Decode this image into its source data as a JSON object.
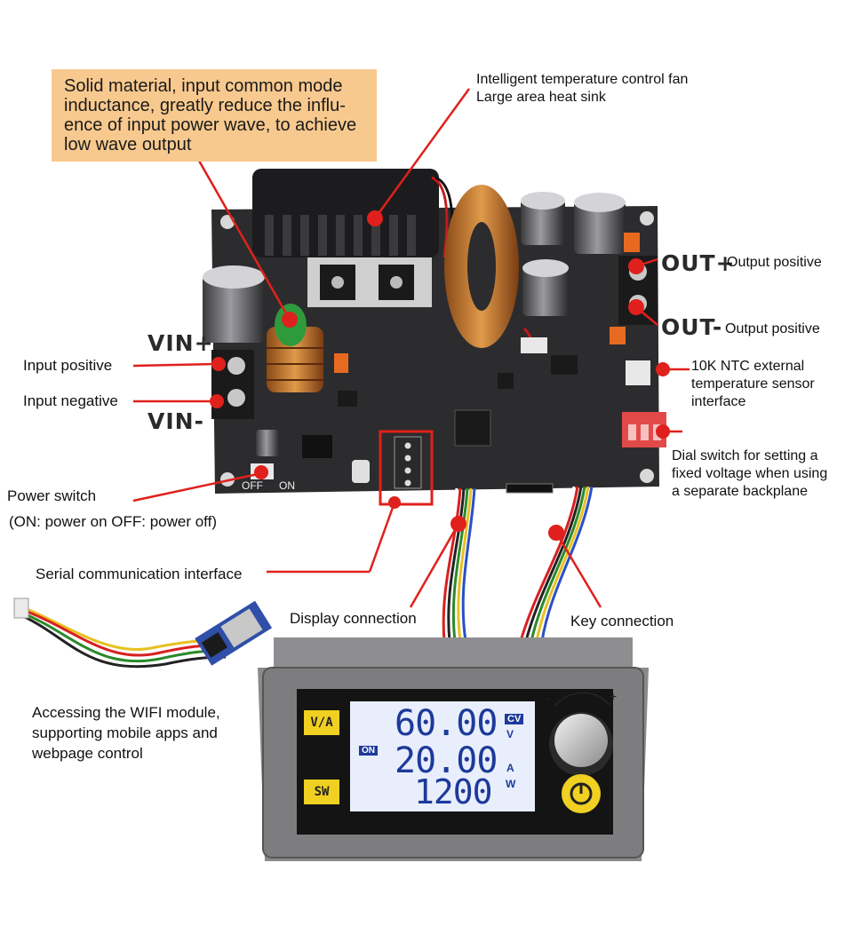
{
  "callout": {
    "lines": [
      "Solid material, input common mode",
      "inductance, greatly reduce the influ-",
      "ence of input power wave, to achieve",
      "low wave output"
    ]
  },
  "fan": {
    "line1": "Intelligent temperature control fan",
    "line2": "Large area heat sink"
  },
  "vin_plus": "VIN+",
  "vin_minus": "VIN-",
  "input_positive": "Input positive",
  "input_negative": "Input negative",
  "out_plus": "OUT+",
  "out_minus": "OUT-",
  "output_positive_1": "Output positive",
  "output_positive_2": "Output positive",
  "ntc": {
    "line1": "10K NTC external",
    "line2": "temperature sensor",
    "line3": "interface"
  },
  "dial": {
    "line1": "Dial switch for setting a",
    "line2": "fixed voltage when using",
    "line3": "a separate backplane"
  },
  "power_switch": {
    "title": "Power switch",
    "desc": "(ON: power on OFF: power off)"
  },
  "board_off": "OFF",
  "board_on": "ON",
  "serial": "Serial communication interface",
  "display_connection": "Display connection",
  "key_connection": "Key connection",
  "wifi": {
    "line1": "Accessing the WIFI module,",
    "line2": "supporting mobile apps and",
    "line3": "webpage control"
  },
  "display": {
    "va_button": "V/A",
    "sw_button": "SW",
    "voltage": "60.00",
    "current": "20.00",
    "power": "1200",
    "cv": "CV",
    "on": "ON",
    "unit_v": "V",
    "unit_a": "A",
    "unit_w": "W",
    "knob_minus": "-",
    "knob_plus": "+"
  },
  "colors": {
    "callout_bg": "#f8c98e",
    "pointer_red": "#e0201c",
    "board": "#2b2b2d",
    "lcd": "#e8eefb",
    "lcd_text": "#1d3a9a"
  }
}
